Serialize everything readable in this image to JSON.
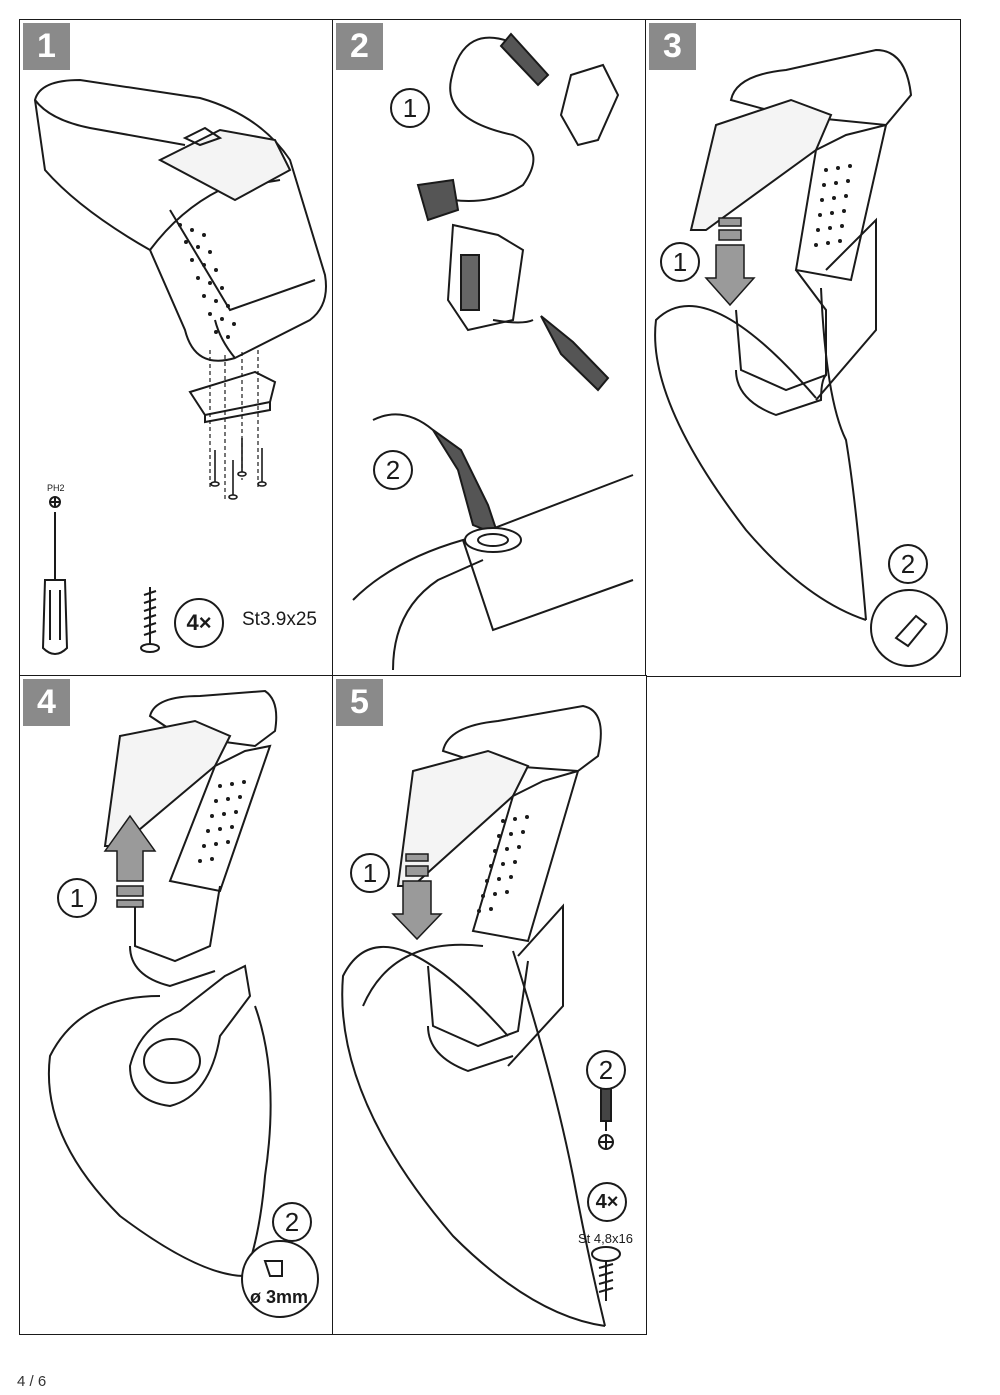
{
  "steps": [
    {
      "number": "1",
      "labels": {
        "tool": "PH2",
        "quantity": "4×",
        "screw_spec": "St3.9x25"
      }
    },
    {
      "number": "2",
      "callouts": [
        "1",
        "2"
      ]
    },
    {
      "number": "3",
      "callouts": [
        "1",
        "2"
      ]
    },
    {
      "number": "4",
      "callouts": [
        "1",
        "2"
      ],
      "labels": {
        "drill": "ø 3mm"
      }
    },
    {
      "number": "5",
      "callouts": [
        "1",
        "2"
      ],
      "labels": {
        "quantity": "4×",
        "screw_spec": "St 4,8x16"
      }
    }
  ],
  "page_number": "4 / 6",
  "colors": {
    "badge": "#8a8a8a",
    "line": "#1a1a1a",
    "arrow": "#9a9a9a"
  }
}
